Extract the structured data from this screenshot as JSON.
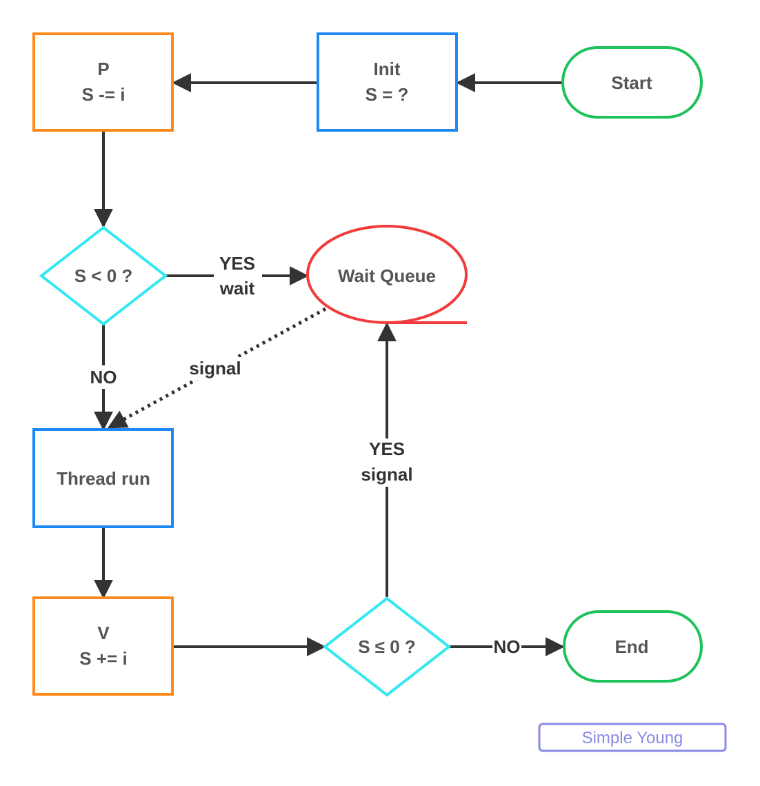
{
  "diagram": {
    "nodes": {
      "p": {
        "line1": "P",
        "line2": "S -= i",
        "color": "#ff8a1c"
      },
      "init": {
        "line1": "Init",
        "line2": "S = ?",
        "color": "#1e88f5"
      },
      "start": {
        "label": "Start",
        "color": "#1ec25a"
      },
      "cond_wait": {
        "label": "S < 0 ?",
        "color": "#33e8f0"
      },
      "wait_queue": {
        "label": "Wait Queue",
        "color": "#f03c3c"
      },
      "thread_run": {
        "label": "Thread run",
        "color": "#1e88f5"
      },
      "v": {
        "line1": "V",
        "line2": "S += i",
        "color": "#ff8a1c"
      },
      "cond_signal": {
        "label": "S ≤ 0 ?",
        "color": "#33e8f0"
      },
      "end": {
        "label": "End",
        "color": "#1ec25a"
      }
    },
    "edges": {
      "yes_wait": {
        "line1": "YES",
        "line2": "wait"
      },
      "no_run": {
        "label": "NO"
      },
      "signal_dotted": {
        "label": "signal"
      },
      "yes_signal": {
        "line1": "YES",
        "line2": "signal"
      },
      "no_end": {
        "label": "NO"
      }
    },
    "edge_color": "#333333"
  },
  "watermark": {
    "text": "Simple Young",
    "color": "#8a8ae6"
  }
}
